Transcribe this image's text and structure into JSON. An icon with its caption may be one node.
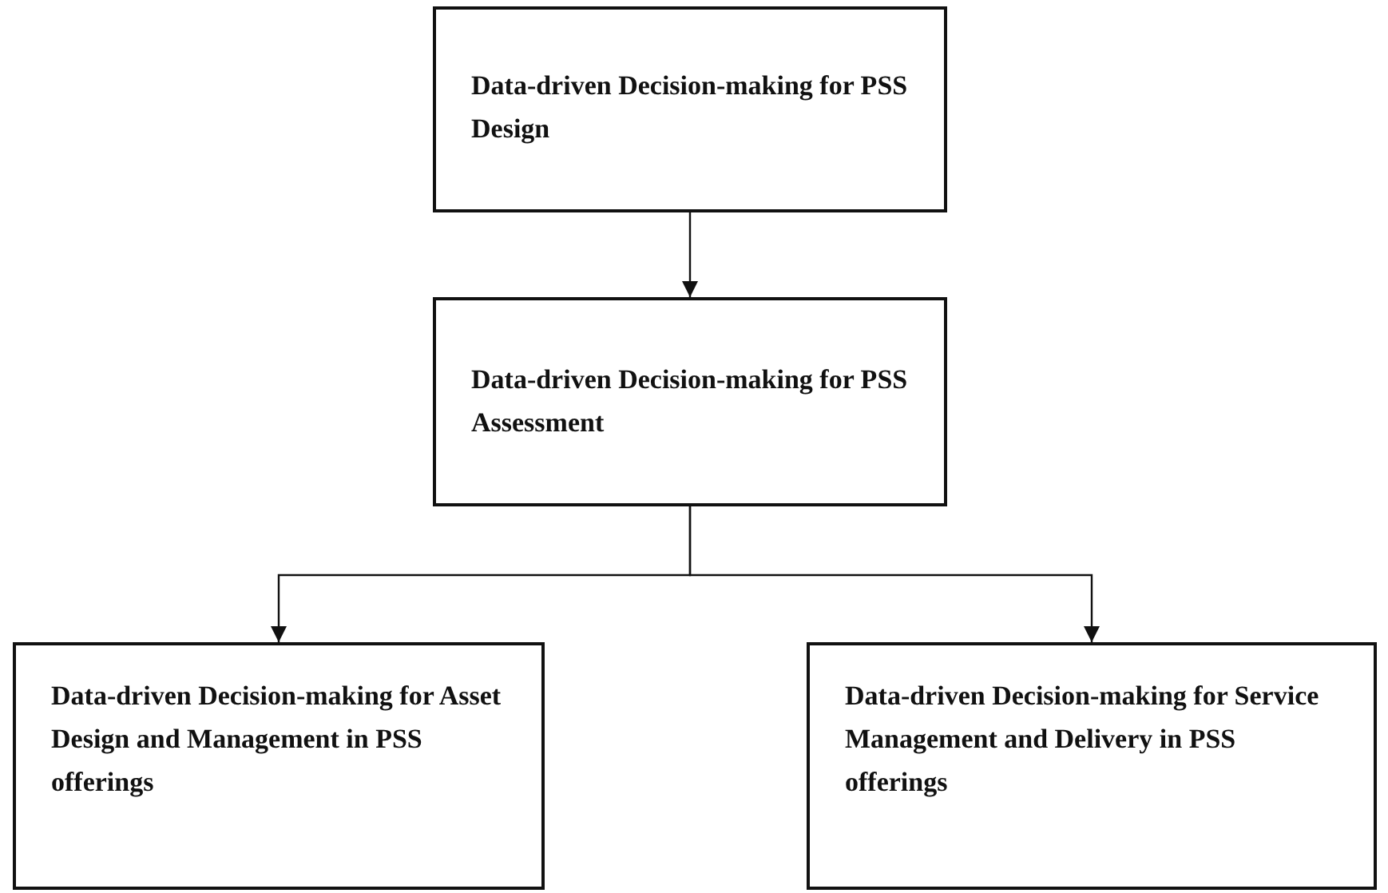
{
  "diagram": {
    "nodes": [
      {
        "text": [
          "Data-driven Decision-making for PSS Design"
        ]
      },
      {
        "text": [
          "Data-driven Decision-making for PSS Assessment"
        ]
      },
      {
        "text": [
          "Data-driven Decision-making for Asset Design and Management in PSS offerings"
        ]
      },
      {
        "text": [
          "Data-driven Decision-making for Service Management and Delivery in PSS offerings"
        ]
      }
    ],
    "edges": [
      {
        "from": 0,
        "to": 1,
        "arrow": "to"
      },
      {
        "from": 1,
        "to": 2,
        "arrow": "to"
      },
      {
        "from": 1,
        "to": 3,
        "arrow": "to"
      }
    ]
  }
}
